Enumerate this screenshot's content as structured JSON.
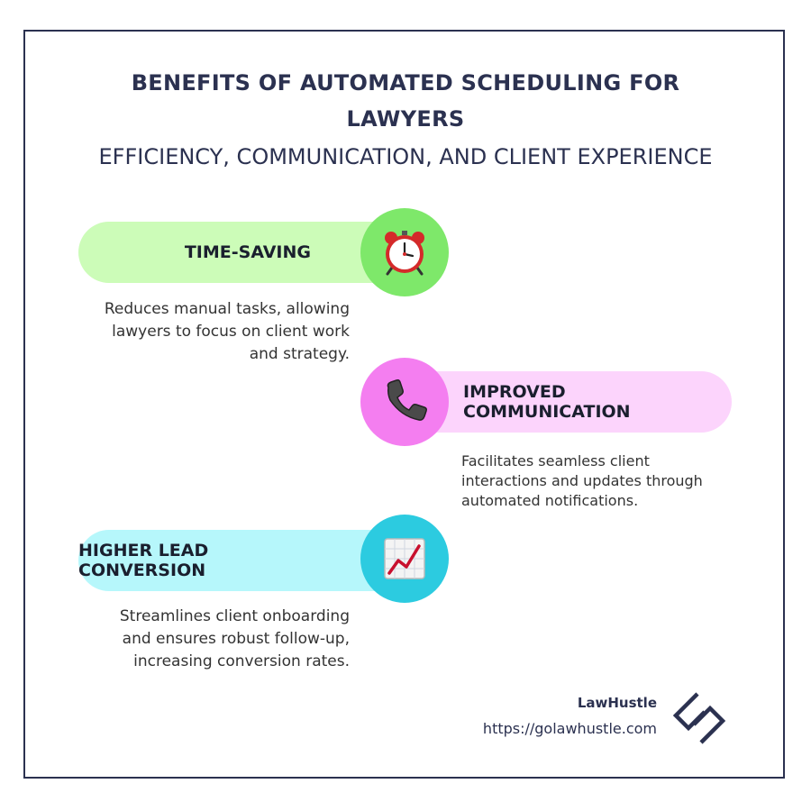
{
  "header": {
    "title": "BENEFITS OF AUTOMATED SCHEDULING FOR LAWYERS",
    "subtitle": "EFFICIENCY, COMMUNICATION, AND CLIENT EXPERIENCE"
  },
  "items": [
    {
      "label": "TIME-SAVING",
      "icon": "alarm-clock-icon",
      "pill_color": "#ccfcb8",
      "circle_color": "#7ee86a",
      "description": "Reduces manual tasks, allowing lawyers to focus on client work and strategy."
    },
    {
      "label": "IMPROVED COMMUNICATION",
      "icon": "telephone-icon",
      "pill_color": "#fcd4fc",
      "circle_color": "#f47ef0",
      "description": "Facilitates seamless client interactions and updates through automated notifications."
    },
    {
      "label": "HIGHER LEAD CONVERSION",
      "icon": "chart-increasing-icon",
      "pill_color": "#b6f7fb",
      "circle_color": "#2ccbe0",
      "description": "Streamlines client onboarding and ensures robust follow-up, increasing conversion rates."
    }
  ],
  "footer": {
    "brand": "LawHustle",
    "url": "https://golawhustle.com",
    "logo_icon": "lawhustle-logo-icon"
  }
}
